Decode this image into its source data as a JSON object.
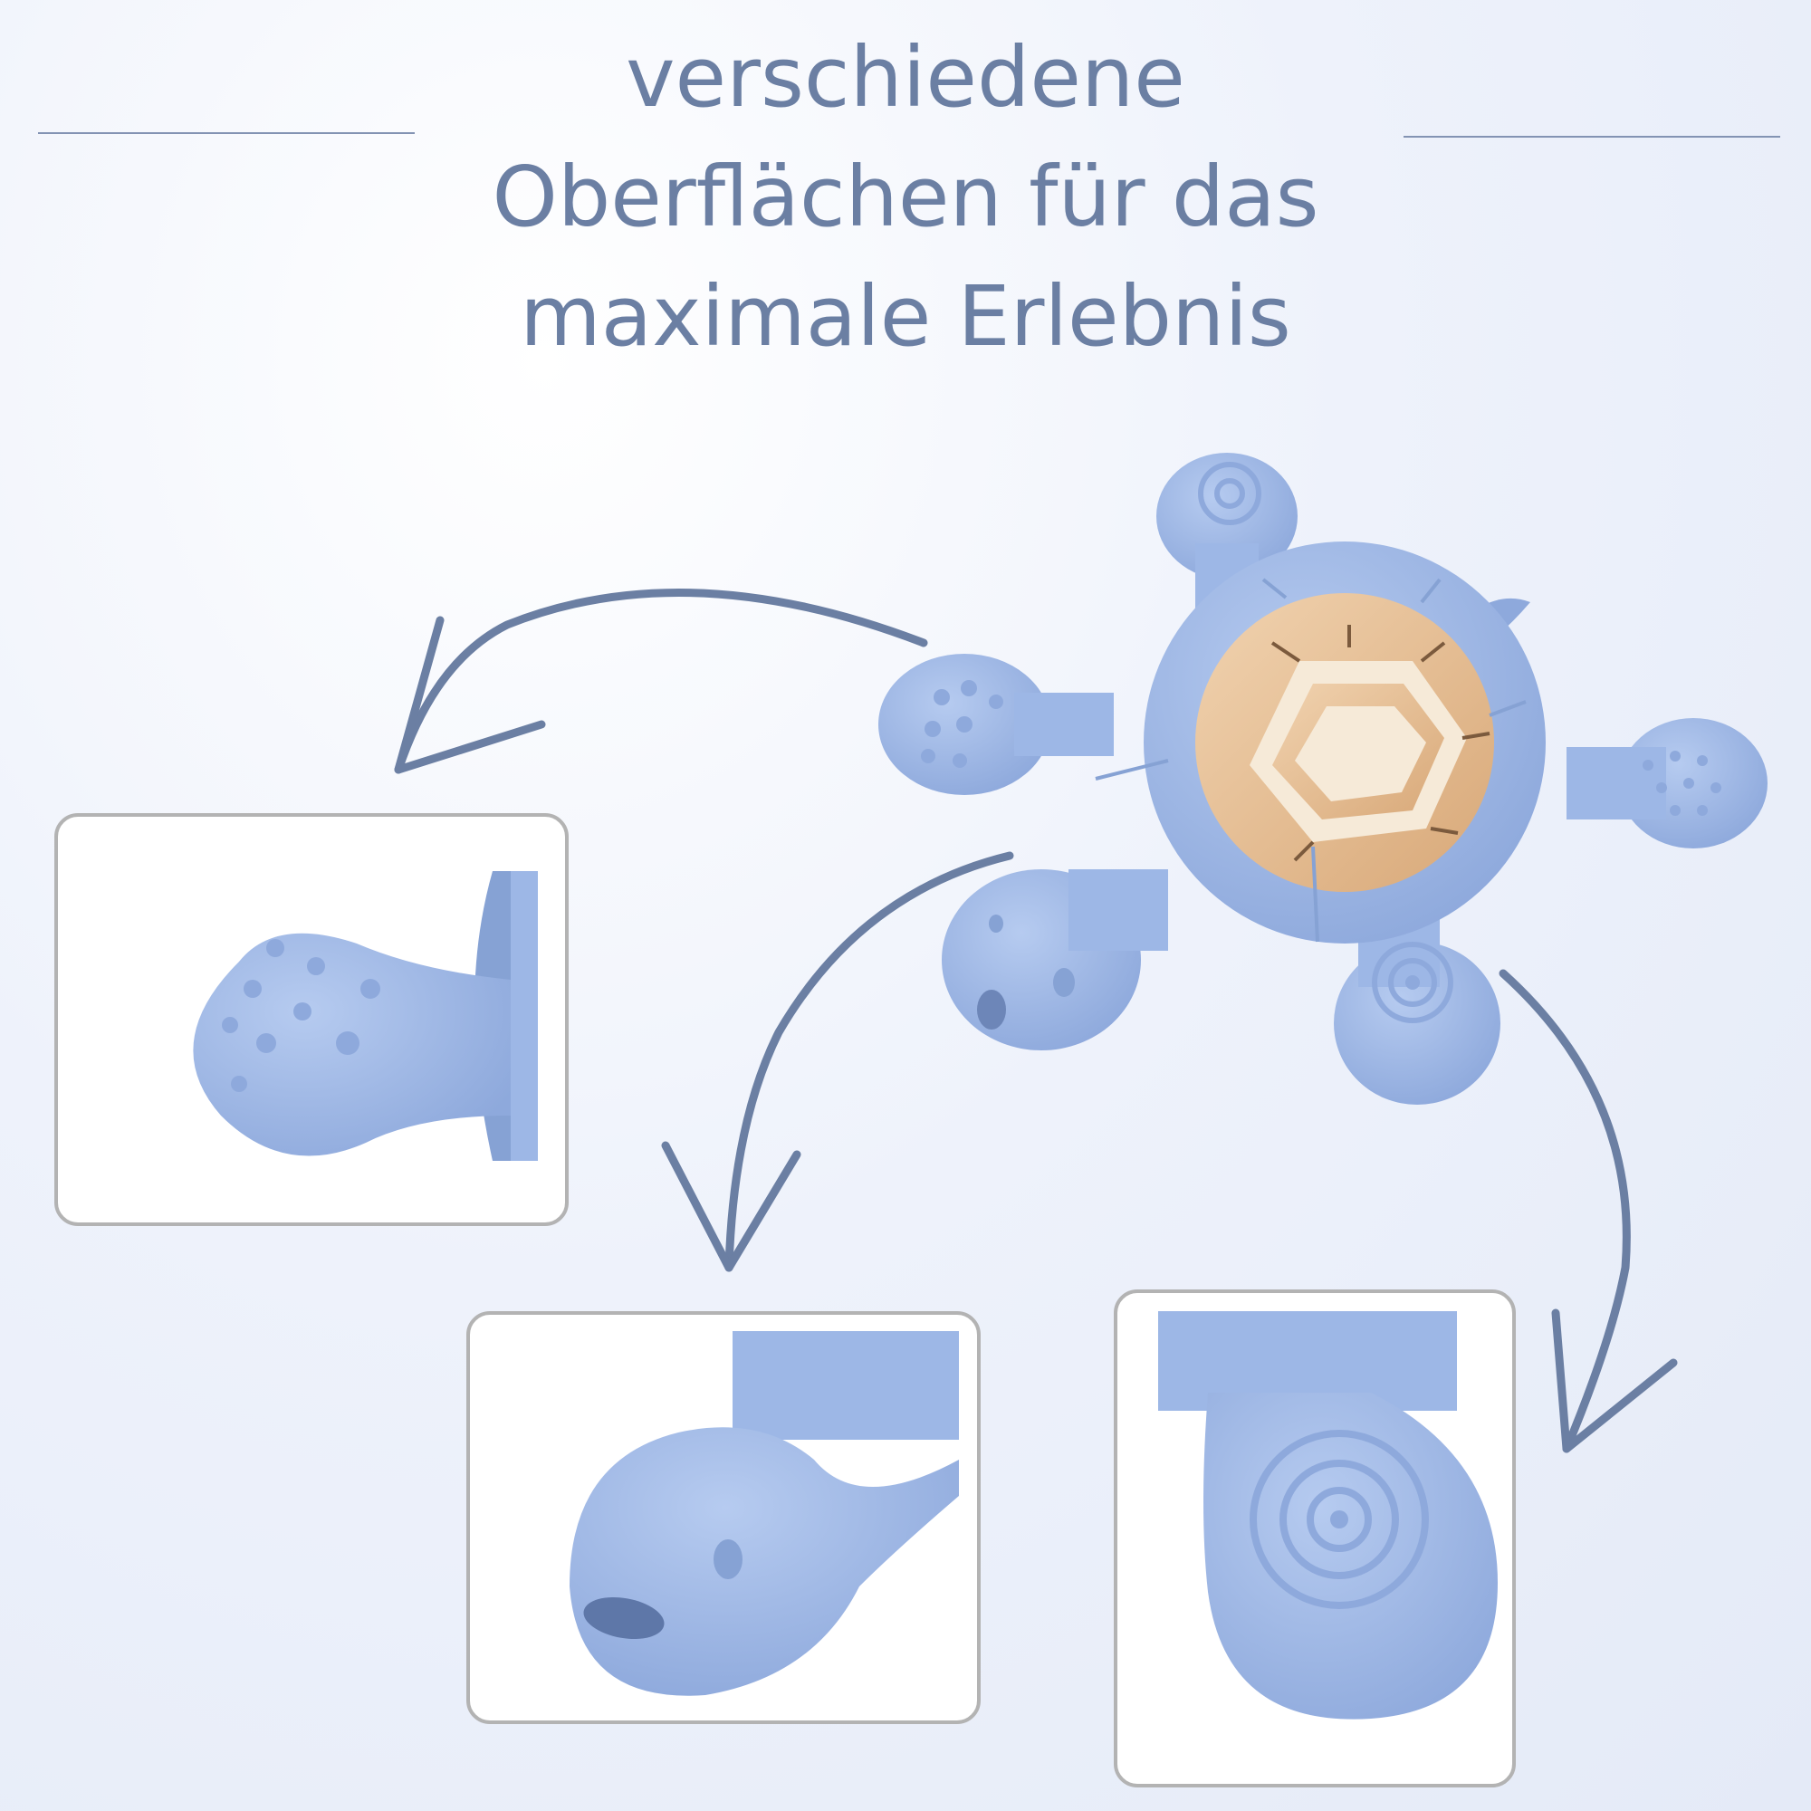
{
  "headline": {
    "line1": "verschiedene",
    "line2": "Oberflächen für das",
    "line3": "maximale Erlebnis"
  },
  "colors": {
    "text": "#6b7fa3",
    "arrow": "#6b7fa3",
    "silicone": "#9db7e6",
    "silicone_dark": "#86a2d4",
    "wood": "#e3b98e",
    "frame": "#b3b3b3"
  },
  "product": {
    "name_icon": "turtle-teether-illustration"
  },
  "details": [
    {
      "icon": "dotted-flipper-closeup"
    },
    {
      "icon": "head-closeup"
    },
    {
      "icon": "ring-textured-flipper-closeup"
    }
  ]
}
